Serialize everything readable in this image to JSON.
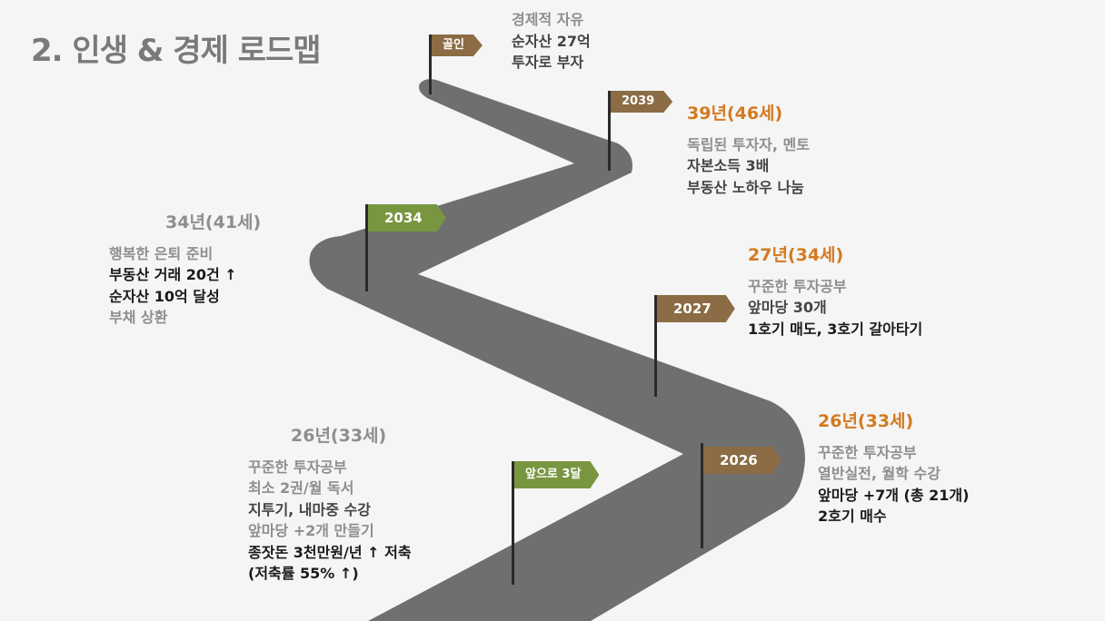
{
  "title": "2. 인생 & 경제 로드맵",
  "colors": {
    "road": "#6f6f6f",
    "brown": "#8b6c44",
    "green": "#789640",
    "orange": "#d4791f"
  },
  "flags": [
    {
      "label": "골인",
      "color": "brown"
    },
    {
      "label": "2039",
      "color": "brown"
    },
    {
      "label": "2034",
      "color": "green"
    },
    {
      "label": "2027",
      "color": "brown"
    },
    {
      "label": "2026",
      "color": "brown"
    },
    {
      "label": "앞으로 3달",
      "color": "green"
    }
  ],
  "milestones": {
    "goal": {
      "lines": [
        "경제적 자유",
        "순자산 27억",
        "투자로 부자"
      ]
    },
    "y2039": {
      "year": "39년(46세)",
      "lines": [
        "독립된 투자자, 멘토",
        "자본소득 3배",
        "부동산 노하우 나눔"
      ]
    },
    "y2034": {
      "year": "34년(41세)",
      "lines": [
        "행복한 은퇴 준비",
        "부동산 거래 20건 ↑",
        "순자산 10억 달성",
        "부채 상환"
      ]
    },
    "y2027": {
      "year": "27년(34세)",
      "lines": [
        "꾸준한 투자공부",
        "앞마당 30개",
        "1호기 매도, 3호기 갈아타기"
      ]
    },
    "y2026": {
      "year": "26년(33세)",
      "lines": [
        "꾸준한 투자공부",
        "열반실전, 월학 수강",
        "앞마당 +7개 (총 21개)",
        "2호기 매수"
      ]
    },
    "now": {
      "year": "26년(33세)",
      "lines": [
        "꾸준한 투자공부",
        "최소 2권/월 독서",
        "지투기, 내마중 수강",
        "앞마당 +2개 만들기",
        "종잣돈 3천만원/년 ↑ 저축",
        "(저축률 55% ↑)"
      ]
    }
  }
}
